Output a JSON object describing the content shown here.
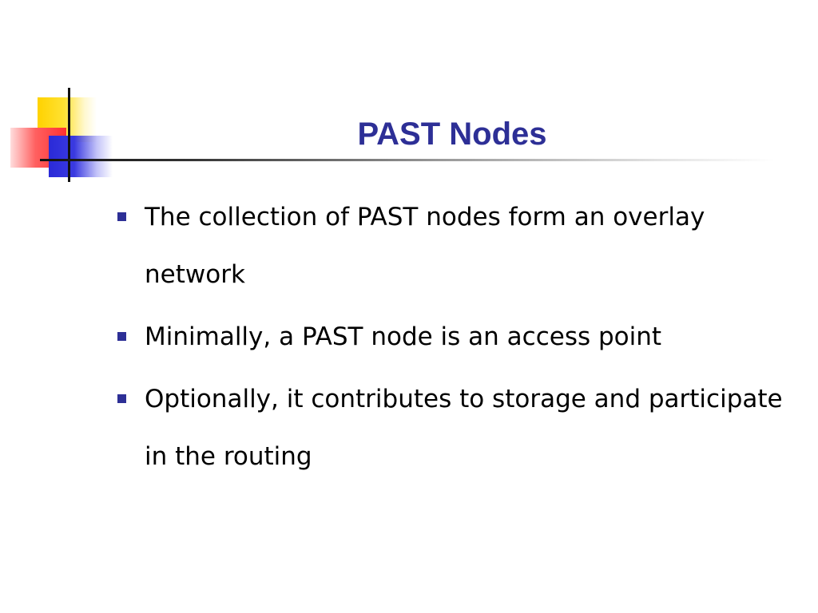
{
  "slide": {
    "title": "PAST Nodes",
    "bullets": [
      {
        "text": "The collection of PAST nodes form an overlay network"
      },
      {
        "text": "Minimally, a PAST node is an access point"
      },
      {
        "text": "Optionally, it contributes to storage and participate in the routing"
      }
    ]
  },
  "colors": {
    "title": "#2d2f96",
    "bullet_marker": "#2d2f96",
    "body_text": "#000000",
    "deco_yellow": "#ffd200",
    "deco_red": "#ff3030",
    "deco_blue": "#2a2ad8"
  }
}
